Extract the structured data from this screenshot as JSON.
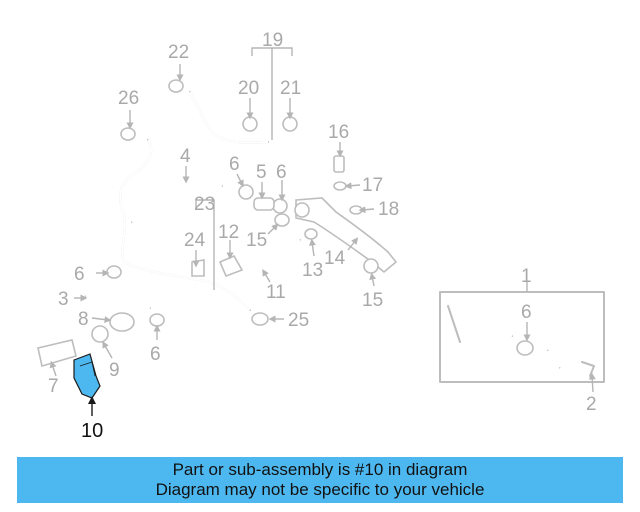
{
  "callouts": {
    "c1": "1",
    "c2": "2",
    "c3": "3",
    "c4": "4",
    "c5": "5",
    "c6a": "6",
    "c6b": "6",
    "c6c": "6",
    "c6d": "6",
    "c6e": "6",
    "c7": "7",
    "c8": "8",
    "c9": "9",
    "c10": "10",
    "c11": "11",
    "c12": "12",
    "c13": "13",
    "c14": "14",
    "c15a": "15",
    "c15b": "15",
    "c16": "16",
    "c17": "17",
    "c18": "18",
    "c19": "19",
    "c20": "20",
    "c21": "21",
    "c22": "22",
    "c23": "23",
    "c24": "24",
    "c25": "25",
    "c26": "26"
  },
  "caption": {
    "line1": "Part or sub-assembly is #10 in diagram",
    "line2": "Diagram may not be specific to your vehicle"
  },
  "colors": {
    "highlight": "#4db8f0",
    "parts": "#bdbdbd",
    "callout_text": "#a9a9a9"
  }
}
